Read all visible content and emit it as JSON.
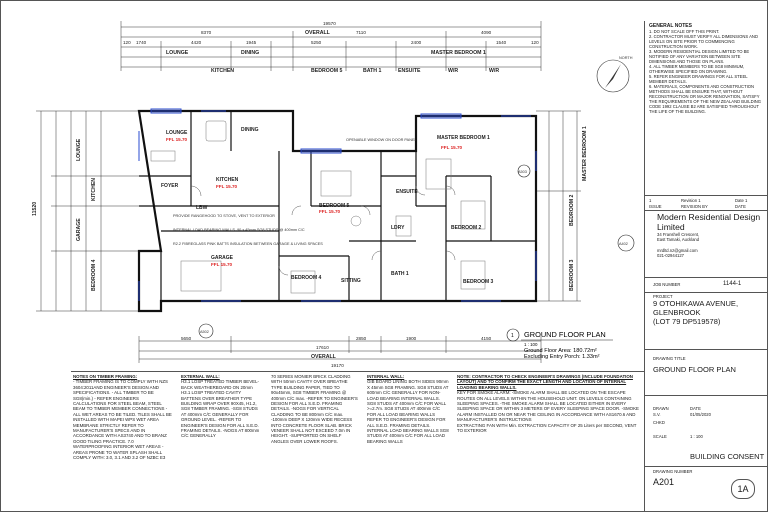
{
  "overall_dims_top": {
    "total": "19570",
    "overall_label": "OVERALL",
    "segments_row1": [
      "8370",
      "7110",
      "4090"
    ],
    "segments_row2": [
      "120",
      "1740",
      "4420",
      "1945",
      "5250",
      "2400",
      "1540",
      "120"
    ],
    "rooms_row": [
      "LOUNGE",
      "DINING",
      "MASTER BEDROOM 1"
    ],
    "rooms_row2": [
      "KITCHEN",
      "BEDROOM 5",
      "BATH 1",
      "ENSUITE",
      "W/R",
      "W/R"
    ]
  },
  "rooms": [
    {
      "name": "LOUNGE",
      "ffl": "FFL 15.70"
    },
    {
      "name": "DINING",
      "ffl": ""
    },
    {
      "name": "KITCHEN",
      "ffl": "FFL 15.70"
    },
    {
      "name": "FOYER",
      "ffl": ""
    },
    {
      "name": "BEDROOM 5",
      "ffl": "FFL 15.70"
    },
    {
      "name": "MASTER BEDROOM 1",
      "ffl": "FFL 15.70"
    },
    {
      "name": "ENSUITE",
      "ffl": ""
    },
    {
      "name": "GARAGE",
      "ffl": "FFL 15.70"
    },
    {
      "name": "BEDROOM 4",
      "ffl": ""
    },
    {
      "name": "SITTING",
      "ffl": ""
    },
    {
      "name": "BATH 1",
      "ffl": ""
    },
    {
      "name": "BEDROOM 3",
      "ffl": ""
    },
    {
      "name": "BEDROOM 2",
      "ffl": ""
    },
    {
      "name": "LDRY",
      "ffl": ""
    },
    {
      "name": "LBW",
      "ffl": ""
    }
  ],
  "plan_callouts": {
    "a503": "A503",
    "a502": "A502",
    "a402": "A402",
    "opening_window": "OPENABLE WINDOW ON DOOR PANEL",
    "fireplace_note": "PROVIDE RANGEHOOD TO STOVE, VENT TO EXTERIOR",
    "framing_note": "INTERNAL LOAD BEARING WALLS. 90 x 45mm SG8 STUDS @ 400mm C/C",
    "insulation_note": "R2.2 FIBREGLASS PINK BATTS INSULATION BETWEEN GARAGE & LIVING SPACES"
  },
  "overall_dims_bottom": {
    "total": "19170",
    "overall_label": "OVERALL",
    "segments": [
      "5650",
      "17610",
      "2850",
      "1900",
      "4150"
    ]
  },
  "left_dims": {
    "overall": "11520",
    "labels": [
      "LOUNGE",
      "KITCHEN",
      "GARAGE",
      "BEDROOM 4"
    ]
  },
  "right_dims": {
    "labels": [
      "MASTER BEDROOM 1",
      "BEDROOM 2",
      "BEDROOM 3"
    ]
  },
  "drawing_label": {
    "number": "1",
    "title": "GROUND FLOOR PLAN",
    "scale": "1 : 100",
    "ground_area": "Ground Floor Area: 180.72m²",
    "excluding": "Excluding Entry Porch: 1.33m²"
  },
  "notes": [
    {
      "heading": "NOTES ON TIMBER FRAMING:",
      "body": "- TIMBER FRAMING IS TO COMPLY WITH NZS 3604:2011AND ENGINEER'S DESIGN AND SPECIFICATIONS. - ALL TIMBER TO BE SG8(min.) - REFER ENGINEERS CALCULATIONS FOR STEEL BEAM, STEEL BEAM TO TIMBER MEMBER CONNECTIONS - ALL WET AREAS TO BE TILED. TILES SHALL BE INSTALLED WITH MAPEI WPS WET AREA MEMBRANE STRICTLY REFER TO MANUFACTURER'S SPECS AND IN ACCORDANCE WITH AS3740 AND TO BRANZ GOOD TILING PRACTICE. 7.0 WATERPROOFING INTERIOR WET AREAS - AREAS PRONE TO WATER SPLASH SHALL COMPLY WITH: 3.0, 3.1 AND 3.2 OF NZBC E3"
    },
    {
      "heading": "EXTERNAL WALL:",
      "body": "H3.1 LOSP TREATED TIMBER BEVEL-BACK WEATHERBOARD ON 20mm H3.1 LOSP TREATED CAVITY BATTENS OVER BREATHER TYPE BUILDING WRAP OVER 90X45, H1.2, SG8 TIMBER FRAMING. -SG8 STUDS AT 400mm C/C GENERALLY FOR GROUND LEVEL. -REFER TO ENGINEER'S DESIGN FOR ALL S.E.D. FRAMING DETAILS. -NOGS AT 800mm C/C GENERALLY"
    },
    {
      "heading": "",
      "body": "70 SERIES MONIER BRICK CLADDING WITH 50mm CAVITY OVER BREATHE TYPE BUILDING PAPER, TIED TO 90x45mm, SG8 TIMBER FRAMING @ 400mm C/C max. -REFER TO ENGINEER'S DESIGN FOR ALL S.E.D. FRAMING DETAILS. -NOGS FOR VERTICAL CLADDING TO BE 800mm C/C max. -100mm DEEP X 120mm WIDE RECESS INTO CONCRETE FLOOR SLAB. BRICK VENEER SHALL NOT EXCEED 7.0m IN HEIGHT. -SUPPORTED ON SHELF ANGLES OVER LOWER ROOFS."
    },
    {
      "heading": "INTERNAL WALL:",
      "body": "GIB BOARD LINING BOTH SIDES 90mm X 45mm SG8 FRAMING. SG8 STUDS AT 600mm C/C GENERALLY FOR NON-LOAD BEARING INTERNAL WALLS. SG8 STUDS AT 400mm C/C FOR WALL >=2.7m. SG8 STUDS AT 400mm C/C FOR ALL LOAD BEARING WALLS REFER TO ENGINEER'S DESIGN FOR ALL S.E.D. FRAMING DETAILS. INTERNAL LOAD BEARING WALLS SG8 STUDS AT 400mm C/C FOR ALL LOAD BEARING WALLS"
    },
    {
      "heading": "NOTE: CONTRACTOR TO CHECK ENGINEER'S DRAWINGS (INCLUDE FOUNDATION LAYOUT) AND TO CONFIRM THE EXACT LENGTH AND LOCATION OF INTERNAL LOADING BEARING WALLS.",
      "body": "KEY FOR SMOKE ALARM: -SMOKE ALARM SHALL BE LOCATED ON THE ESCAPE ROUTES ON ALL LEVELS WITHIN THE HOUSEHOLD UNIT. ON LEVELS CONTAINING SLEEPING SPACES. -THE SMOKE ALARM SHALL BE LOCATED EITHER IN EVERY SLEEPING SPACE OR WITHIN 3 METERS OF EVERY SLEEPING SPACE DOOR. -SMOKE ALARM INSTALLED ON OR NEAR THE CEILING IN ACCORDANCE WITH AS1670.6 AND MANUFACTURER'S INSTRUCTIONS",
      "extractor": "EXTRACTING FAN WITH Min. EXTRACTION CAPACITY OF 25 Liters per SECOND, VENT TO EXTERIOR"
    }
  ],
  "general_notes": {
    "heading": "GENERAL NOTES",
    "items": [
      "1. DO NOT SCALE OFF THIS PRINT.",
      "2. CONTRACTOR MUST VERIFY ALL DIMENSIONS AND LEVELS ON SITE PRIOR TO COMMENCING CONSTRUCTION WORK.",
      "3. MODERN RESIDENTIAL DESIGN LIMITED TO BE NOTIFIED OF ANY VARIATION BETWEEN SITE DIMENSIONS AND THOSE ON PLANS.",
      "4. ALL TIMBER MEMBERS TO BE SG8 MINIMUM, OTHERWISE SPECIFIED ON DRAWING.",
      "5. REFER ENGINEER DRAWINGS FOR ALL STEEL MEMBER DETAILS.",
      "6. MATERIALS, COMPONENTS AND CONSTRUCTION METHODS SHALL BE ENSURE THAT, WITHOUT RECONSTRUCTION OR MAJOR RENOVATION, SATISFY THE REQUIREMENTS OF THE NEW ZEALAND BUILDING CODE 1992 CLAUSE B2 ARE SATISFIED THROUGHOUT THE LIFE OF THE BUILDING."
    ]
  },
  "revision": {
    "no": "1",
    "desc": "Revision 1",
    "date": "Date 1",
    "headers": [
      "ISSUE",
      "REVISION BY",
      "DATE"
    ]
  },
  "company": {
    "name": "Modern Residential Design Limited",
    "address1": "34 Franshell Crescent,",
    "address2": "East Tamaki, Auckland",
    "email": "mrdltd.nz@gmail.com",
    "phone": "021-02944127"
  },
  "job": {
    "label": "JOB NUMBER",
    "number": "1144-1"
  },
  "project": {
    "label": "PROJECT",
    "line1": "9 OTOHIKAWA AVENUE,",
    "line2": "GLENBROOK",
    "line3": "(LOT 79 DP519578)"
  },
  "drawing_title": {
    "label": "DRAWING TITLE",
    "value": "GROUND FLOOR PLAN"
  },
  "meta": [
    {
      "k": "DRAWN",
      "v": "S.V."
    },
    {
      "k": "DATE",
      "v": "01/05/2020"
    },
    {
      "k": "CHKD",
      "v": ""
    },
    {
      "k": "SCALE",
      "v": "1 : 100"
    }
  ],
  "status": "BUILDING CONSENT",
  "drawing_number": {
    "label": "DRAWING NUMBER",
    "value": "A201",
    "rev": "1A"
  },
  "north_label": "NORTH"
}
